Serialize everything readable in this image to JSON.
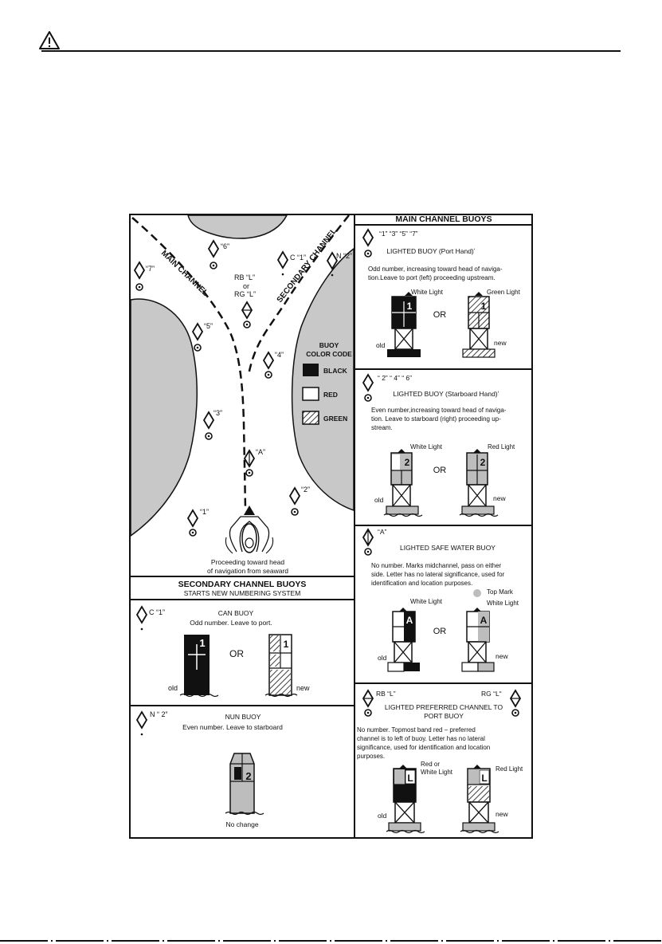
{
  "colors": {
    "ink": "#111111",
    "land": "#c8c8c8",
    "buoy_gray": "#bdbdbd",
    "page": "#ffffff"
  },
  "header": {
    "icon": "warning-triangle-icon"
  },
  "map": {
    "main_channel": "MAIN CHANNEL",
    "secondary_channel": "SECONDARY CHANNEL",
    "buoys": {
      "b6": "“6”",
      "b7": "“7”",
      "c1": "C  “1”",
      "n2": "N “2”",
      "rb": "RB   “L”",
      "or": "or",
      "rg": "RG   “L”",
      "b5": "“5”",
      "b4": "“4”",
      "b3": "“3”",
      "bA": "“A”",
      "b2": "“2”",
      "b1": "“1”"
    },
    "caption_1": "Proceeding toward head",
    "caption_2": "of navigation from seaward"
  },
  "color_code": {
    "title_1": "BUOY",
    "title_2": "COLOR CODE",
    "black": "BLACK",
    "red": "RED",
    "green": "GREEN"
  },
  "secondary": {
    "title": "SECONDARY CHANNEL BUOYS",
    "subtitle": "STARTS NEW NUMBERING SYSTEM",
    "can": {
      "mark": "C  “1”",
      "title": "CAN  BUOY",
      "desc": "Odd number.  Leave to port.",
      "num": "1",
      "or": "OR",
      "old": "old",
      "new": "new"
    },
    "nun": {
      "mark": "N   “ 2”",
      "title": "NUN BUOY",
      "desc": "Even number.  Leave to starboard",
      "num": "2",
      "nochange": "No change"
    }
  },
  "main_buoys": {
    "title": "MAIN CHANNEL BUOYS",
    "port": {
      "marks": "“1”  “3”  “5”  “7”",
      "title": "LIGHTED BUOY (Port Hand)ʼ",
      "desc_1": "Odd number, increasing toward head of naviga-",
      "desc_2": "tion.Leave to port (left) proceeding upstream.",
      "light_left": "White Light",
      "light_right": "Green Light",
      "num": "1",
      "or": "OR",
      "old": "old",
      "new": "new"
    },
    "starboard": {
      "marks": "“ 2”  “ 4”  “ 6”",
      "title": "LIGHTED BUOY (Starboard Hand)ʼ",
      "desc_1": "Even number,increasing toward head of naviga-",
      "desc_2": "tion. Leave to  starboard  (right) proceeding up-",
      "desc_3": "stream.",
      "light_left": "White Light",
      "light_right": "Red Light",
      "num": "2",
      "or": "OR",
      "old": "old",
      "new": "new"
    },
    "safe": {
      "marks": "“A”",
      "title": "LIGHTED SAFE WATER BUOY",
      "desc_1": "No  number.  Marks midchannel, pass on  either",
      "desc_2": "side. Letter has no lateral significance, used for",
      "desc_3": "identification and location purposes.",
      "light_left": "White Light",
      "topmark": "Top Mark",
      "light_right": "White Light",
      "letter": "A",
      "or": "OR",
      "old": "old",
      "new": "new"
    },
    "preferred": {
      "mark_left": "RB  “L”",
      "mark_right": "RG  “Lʺ",
      "title_1": "LIGHTED PREFERRED CHANNEL TO",
      "title_2": "PORT BUOY",
      "desc_1": "No  number.  Topmost band red –  preferred",
      "desc_2": "channel is to left of buoy. Letter has no lateral",
      "desc_3": "significance, used for identification and location",
      "desc_4": "purposes.",
      "light_left_1": "Red or",
      "light_left_2": "White Light",
      "light_right": "Red Light",
      "letter": "L",
      "old": "old",
      "new": "new"
    }
  }
}
